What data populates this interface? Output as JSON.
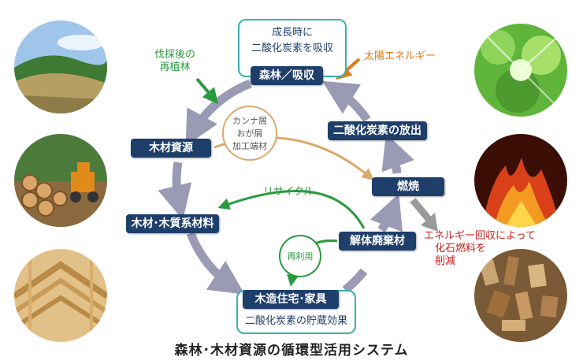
{
  "title": "森林･木材資源の循環型活用システム",
  "top_box": {
    "line1": "成長時に",
    "line2": "二酸化炭素を吸収"
  },
  "bottom_box": {
    "text": "二酸化炭素の貯蔵効果"
  },
  "nodes": {
    "forest": "森林／吸収",
    "timber": "木材資源",
    "material": "木材･木質系材料",
    "housing": "木造住宅･家具",
    "demolition": "解体廃棄材",
    "combustion": "燃焼",
    "co2_release": "二酸化炭素の放出"
  },
  "labels": {
    "replant": {
      "line1": "伐採後の",
      "line2": "再植林"
    },
    "solar": "太陽エネルギー",
    "recycle": "リサイクル",
    "reuse": "再利用",
    "byproducts": [
      "カンナ屑",
      "おが屑",
      "加工端材"
    ],
    "energy_recovery": [
      "エネルギー回収によって",
      "化石燃料を",
      "削減"
    ]
  },
  "colors": {
    "node_bg": "#1f3f6b",
    "teal": "#3ab0ad",
    "cycle_arrow": "#9a9ab5",
    "green": "#2a9a3f",
    "orange": "#e07a16",
    "tan": "#d9aa6b",
    "red": "#c8201f",
    "gray_arrow": "#9a9a9a"
  }
}
